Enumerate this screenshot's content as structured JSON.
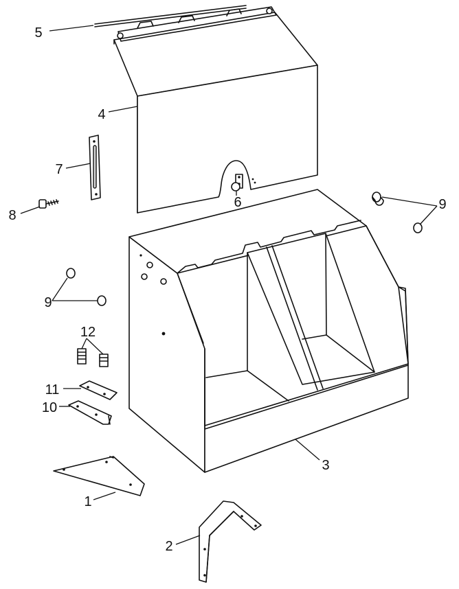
{
  "callouts": [
    {
      "id": "c1",
      "text": "1"
    },
    {
      "id": "c2",
      "text": "2"
    },
    {
      "id": "c3",
      "text": "3"
    },
    {
      "id": "c4",
      "text": "4"
    },
    {
      "id": "c5",
      "text": "5"
    },
    {
      "id": "c6",
      "text": "6"
    },
    {
      "id": "c7",
      "text": "7"
    },
    {
      "id": "c8",
      "text": "8"
    },
    {
      "id": "c9a",
      "text": "9"
    },
    {
      "id": "c9b",
      "text": "9"
    },
    {
      "id": "c10",
      "text": "10"
    },
    {
      "id": "c11",
      "text": "11"
    },
    {
      "id": "c12",
      "text": "12"
    }
  ]
}
